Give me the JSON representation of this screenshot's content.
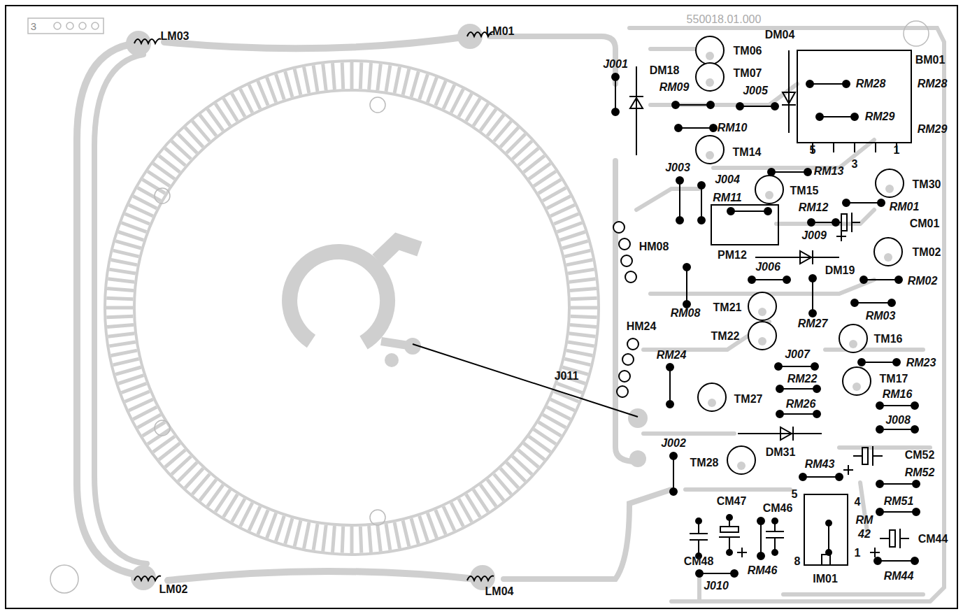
{
  "diagram": {
    "labels": [
      "3",
      "LM03",
      "LM01",
      "550018.01.000",
      "DM04",
      "BM01",
      "RM28",
      "RM28",
      "RM29",
      "RM29",
      "TM06",
      "TM07",
      "J001",
      "DM18",
      "RM09",
      "J005",
      "RM10",
      "TM14",
      "5",
      "3",
      "1",
      "J003",
      "J004",
      "RM13",
      "TM30",
      "RM11",
      "TM15",
      "RM12",
      "RM01",
      "CM01",
      "J009",
      "HM08",
      "PM12",
      "DM19",
      "TM02",
      "J006",
      "RM02",
      "RM08",
      "TM21",
      "RM27",
      "RM03",
      "TM22",
      "TM16",
      "HM24",
      "RM24",
      "J007",
      "RM23",
      "TM17",
      "J011",
      "RM22",
      "RM16",
      "TM27",
      "RM26",
      "J008",
      "J002",
      "DM31",
      "CM52",
      "TM28",
      "RM43",
      "RM52",
      "5",
      "4",
      "RM51",
      "CM47",
      "CM46",
      "RM",
      "42",
      "CM44",
      "1",
      "CM48",
      "RM46",
      "8",
      "IM01",
      "RM44",
      "LM02",
      "LM04",
      "J010"
    ]
  }
}
